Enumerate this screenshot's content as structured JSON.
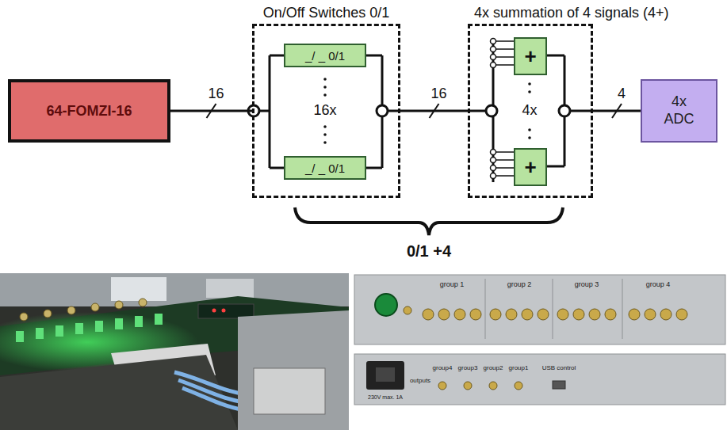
{
  "diagram": {
    "nodes": [
      {
        "text": [
          "64-FOMZI-16"
        ]
      },
      {
        "text": [
          "On/Off Switches 0/1"
        ]
      },
      {
        "text": [
          "_/ _ 0/1"
        ],
        "in": 1
      },
      {
        "text": [
          "_/ _ 0/1"
        ],
        "in": 1
      },
      {
        "text": [
          "4x summation of 4 signals (4+)"
        ]
      },
      {
        "text": [
          "+"
        ],
        "in": 4
      },
      {
        "text": [
          "+"
        ],
        "in": 4
      },
      {
        "text": [
          "4x ADC"
        ]
      }
    ],
    "edges": [
      {
        "from": 0,
        "to": 1,
        "arrow": "none",
        "label": "16"
      },
      {
        "from": 1,
        "to": 4,
        "arrow": "none",
        "label": "16"
      },
      {
        "from": 4,
        "to": 7,
        "arrow": "none",
        "label": "4"
      }
    ],
    "labels": [
      "16x",
      "4x",
      "0/1 +4",
      "group 1",
      "group 2",
      "group 3",
      "group 4",
      "230V max. 1A",
      "outputs",
      "group4",
      "group3",
      "group2",
      "group1",
      "USB control"
    ]
  }
}
